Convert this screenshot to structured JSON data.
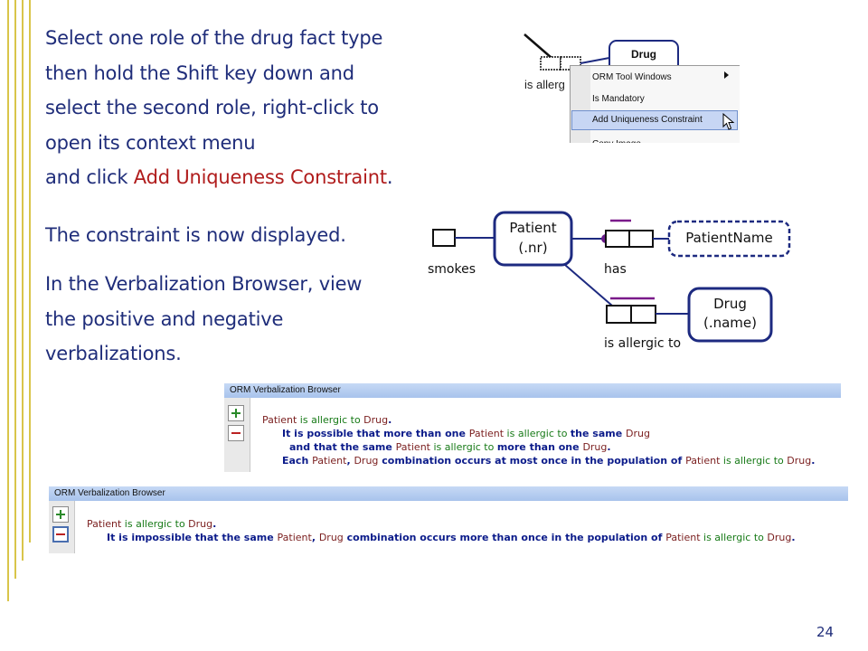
{
  "slide": {
    "instruction_lines": [
      "Select one role of the drug fact type",
      "then hold the Shift key down and",
      "select the second role, right-click to",
      "open its context menu"
    ],
    "instruction_tail_prefix": "and click ",
    "instruction_tail_highlight": "Add Uniqueness Constraint",
    "instruction_tail_suffix": ".",
    "constraint_note": "The constraint is now displayed.",
    "verbalization_lines": [
      "In the Verbalization Browser, view",
      "the positive and negative",
      "verbalizations."
    ],
    "page_number": "24"
  },
  "context_menu": {
    "entity_label": "Drug",
    "partial_reading": "is allerg",
    "items": [
      "ORM Tool Windows",
      "Is Mandatory",
      "Add Uniqueness Constraint",
      "Copy Image"
    ],
    "highlighted_item": "Add Uniqueness Constraint"
  },
  "diagram": {
    "entity_patient": {
      "name": "Patient",
      "ref": "(.nr)"
    },
    "entity_drug": {
      "name": "Drug",
      "ref": "(.name)"
    },
    "value_type": "PatientName",
    "readings": {
      "smokes": "smokes",
      "has": "has",
      "is_allergic_to": "is allergic to"
    }
  },
  "verbalization_browsers": [
    {
      "title": "ORM Verbalization Browser",
      "lines": [
        [
          {
            "t": "Patient",
            "c": "obj"
          },
          {
            "t": " is allergic to ",
            "c": "pred"
          },
          {
            "t": "Drug",
            "c": "obj"
          },
          {
            "t": ".",
            "c": "kw"
          }
        ],
        [
          {
            "t": "It is possible that more than one ",
            "c": "kw"
          },
          {
            "t": "Patient",
            "c": "obj"
          },
          {
            "t": " is allergic to ",
            "c": "pred"
          },
          {
            "t": "the same ",
            "c": "kw"
          },
          {
            "t": "Drug",
            "c": "obj"
          }
        ],
        [
          {
            "t": "and that the same ",
            "c": "kw"
          },
          {
            "t": "Patient",
            "c": "obj"
          },
          {
            "t": " is allergic to ",
            "c": "pred"
          },
          {
            "t": "more than one ",
            "c": "kw"
          },
          {
            "t": "Drug",
            "c": "obj"
          },
          {
            "t": ".",
            "c": "kw"
          }
        ],
        [
          {
            "t": "Each ",
            "c": "kw"
          },
          {
            "t": "Patient",
            "c": "obj"
          },
          {
            "t": ", ",
            "c": "kw"
          },
          {
            "t": "Drug",
            "c": "obj"
          },
          {
            "t": " combination occurs at most once in the population of ",
            "c": "kw"
          },
          {
            "t": "Patient",
            "c": "obj"
          },
          {
            "t": " is allergic to ",
            "c": "pred"
          },
          {
            "t": "Drug",
            "c": "obj"
          },
          {
            "t": ".",
            "c": "kw"
          }
        ]
      ]
    },
    {
      "title": "ORM Verbalization Browser",
      "lines": [
        [
          {
            "t": "Patient",
            "c": "obj"
          },
          {
            "t": " is allergic to ",
            "c": "pred"
          },
          {
            "t": "Drug",
            "c": "obj"
          },
          {
            "t": ".",
            "c": "kw"
          }
        ],
        [
          {
            "t": "It is impossible that the same ",
            "c": "kw"
          },
          {
            "t": "Patient",
            "c": "obj"
          },
          {
            "t": ", ",
            "c": "kw"
          },
          {
            "t": "Drug",
            "c": "obj"
          },
          {
            "t": " combination occurs more than once in the population of ",
            "c": "kw"
          },
          {
            "t": "Patient",
            "c": "obj"
          },
          {
            "t": " is allergic to ",
            "c": "pred"
          },
          {
            "t": "Drug",
            "c": "obj"
          },
          {
            "t": ".",
            "c": "kw"
          }
        ]
      ]
    }
  ],
  "colors": {
    "text": "#1f2d7a",
    "highlight": "#b01c1c",
    "accent_rule": "#d9c54a",
    "entity_border": "#1d2a80",
    "constraint_bar": "#7a1a8a"
  },
  "icons": [
    "plus-icon",
    "minus-icon",
    "mouse-cursor-icon",
    "submenu-arrow-icon"
  ]
}
